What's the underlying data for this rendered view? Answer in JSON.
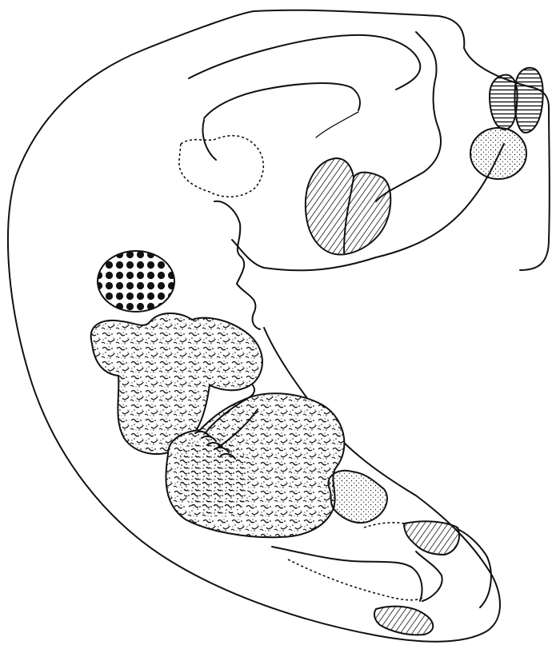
{
  "figure": {
    "background": "#ffffff",
    "ink": "#111111",
    "organs": [
      {
        "name": "anterior-sucker",
        "pattern": "striated"
      },
      {
        "name": "ventral-sucker",
        "pattern": "striated"
      },
      {
        "name": "pharynx",
        "pattern": "fine-stipple"
      },
      {
        "name": "ovary",
        "pattern": "large-dots"
      },
      {
        "name": "anterior-testis",
        "pattern": "vermiform-stipple"
      },
      {
        "name": "posterior-testis",
        "pattern": "vermiform-stipple"
      },
      {
        "name": "genital-pore",
        "pattern": "striated"
      }
    ]
  }
}
